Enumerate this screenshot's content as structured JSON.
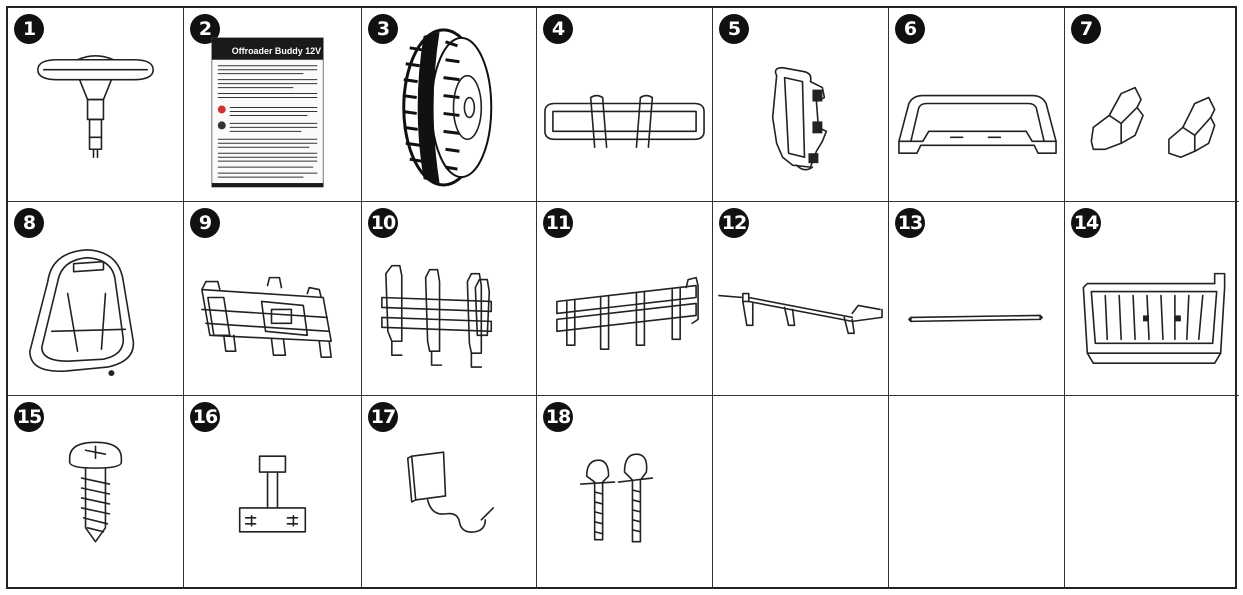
{
  "parts": [
    {
      "number": "1",
      "icon": "steering-wheel-icon"
    },
    {
      "number": "2",
      "icon": "instruction-manual-icon",
      "manual_title": "Offroader Buddy 12V"
    },
    {
      "number": "3",
      "icon": "wheel-tire-icon"
    },
    {
      "number": "4",
      "icon": "front-bumper-icon"
    },
    {
      "number": "5",
      "icon": "wheel-hub-icon"
    },
    {
      "number": "6",
      "icon": "roll-bar-icon"
    },
    {
      "number": "7",
      "icon": "brackets-icon"
    },
    {
      "number": "8",
      "icon": "seat-icon"
    },
    {
      "number": "9",
      "icon": "rear-rack-icon"
    },
    {
      "number": "10",
      "icon": "side-rail-icon"
    },
    {
      "number": "11",
      "icon": "side-rail-icon"
    },
    {
      "number": "12",
      "icon": "rear-axle-icon"
    },
    {
      "number": "13",
      "icon": "front-axle-icon"
    },
    {
      "number": "14",
      "icon": "cargo-bed-icon"
    },
    {
      "number": "15",
      "icon": "screw-icon"
    },
    {
      "number": "16",
      "icon": "wiring-harness-icon"
    },
    {
      "number": "17",
      "icon": "charger-icon"
    },
    {
      "number": "18",
      "icon": "wall-anchors-icon"
    }
  ]
}
